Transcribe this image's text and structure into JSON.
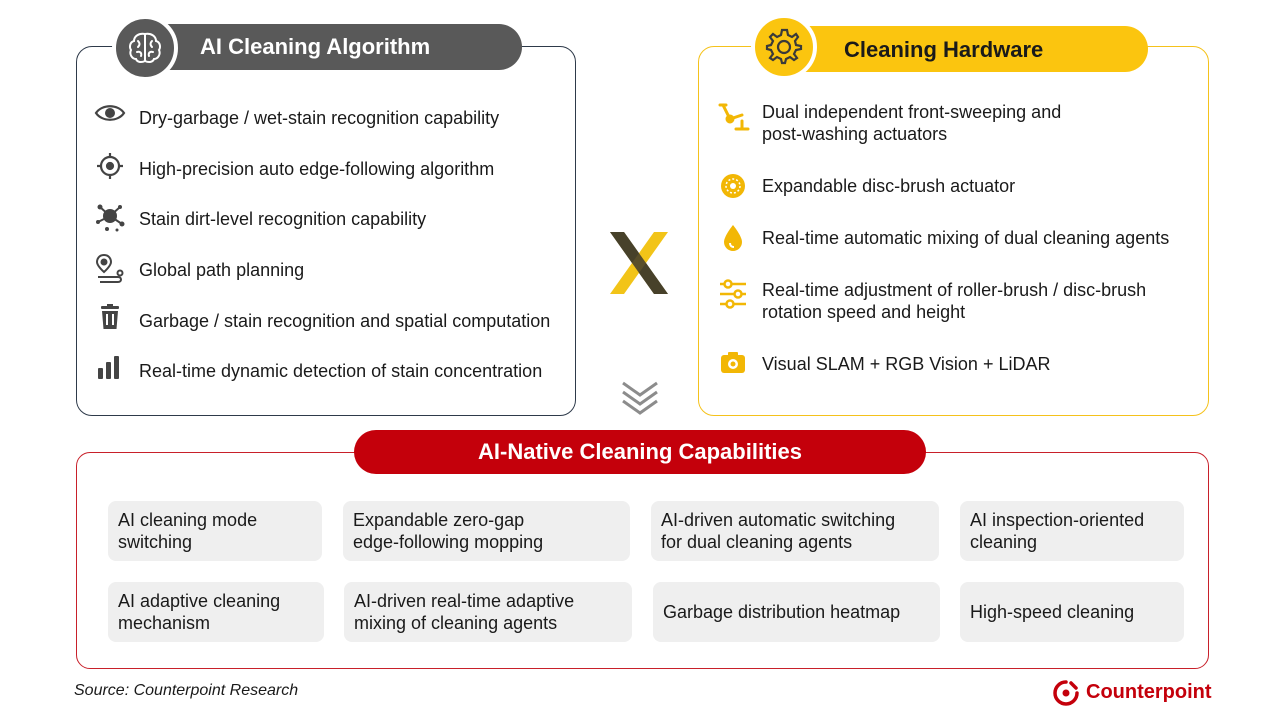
{
  "algorithm": {
    "title": "AI Cleaning Algorithm",
    "header_icon": "brain-icon",
    "items": [
      {
        "label": "Dry-garbage / wet-stain recognition capability",
        "icon": "eye-icon"
      },
      {
        "label": "High-precision auto edge-following algorithm",
        "icon": "crosshair-icon"
      },
      {
        "label": "Stain dirt-level recognition capability",
        "icon": "splat-icon"
      },
      {
        "label": "Global path planning",
        "icon": "route-pin-icon"
      },
      {
        "label": "Garbage / stain recognition and spatial computation",
        "icon": "trash-icon"
      },
      {
        "label": "Real-time dynamic detection of stain concentration",
        "icon": "bar-chart-icon"
      }
    ]
  },
  "hardware": {
    "title": "Cleaning Hardware",
    "header_icon": "gear-icon",
    "items": [
      {
        "label": "Dual independent front-sweeping and\npost-washing actuators",
        "icon": "robot-arm-icon"
      },
      {
        "label": "Expandable disc-brush actuator",
        "icon": "disc-brush-icon"
      },
      {
        "label": "Real-time automatic mixing of dual cleaning agents",
        "icon": "droplet-icon"
      },
      {
        "label": "Real-time adjustment of roller-brush / disc-brush\nrotation speed and height",
        "icon": "sliders-icon"
      },
      {
        "label": "Visual SLAM + RGB Vision + LiDAR",
        "icon": "camera-icon"
      }
    ]
  },
  "capabilities": {
    "title": "AI-Native Cleaning Capabilities",
    "items": [
      "AI cleaning mode\nswitching",
      "Expandable zero-gap\nedge-following mopping",
      "AI-driven automatic switching\nfor dual cleaning agents",
      "AI inspection-oriented\ncleaning",
      "AI adaptive cleaning\nmechanism",
      "AI-driven real-time adaptive\nmixing of cleaning agents",
      "Garbage distribution heatmap",
      "High-speed cleaning"
    ]
  },
  "footer": {
    "source": "Source: Counterpoint Research",
    "brand": "Counterpoint"
  },
  "colors": {
    "algorithm_accent": "#595959",
    "hardware_accent": "#fbc50f",
    "capabilities_accent": "#c4000b"
  }
}
